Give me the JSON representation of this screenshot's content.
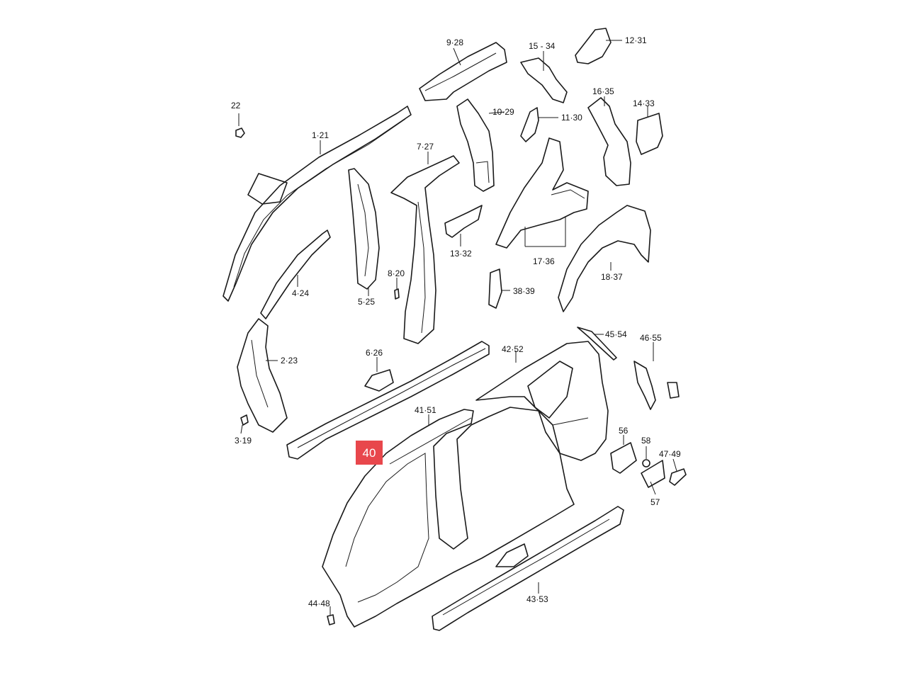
{
  "highlight": {
    "label": "40",
    "color": "#e8474c"
  },
  "callouts": [
    "22",
    "1·21",
    "9·28",
    "15 - 34",
    "12·31",
    "10·29",
    "11·30",
    "16·35",
    "14·33",
    "7·27",
    "13·32",
    "17·36",
    "18·37",
    "8·20",
    "5·25",
    "4·24",
    "38·39",
    "2·23",
    "6·26",
    "42·52",
    "45·54",
    "46·55",
    "41·51",
    "3·19",
    "56",
    "58",
    "47·49",
    "57",
    "44·48",
    "43·53"
  ]
}
